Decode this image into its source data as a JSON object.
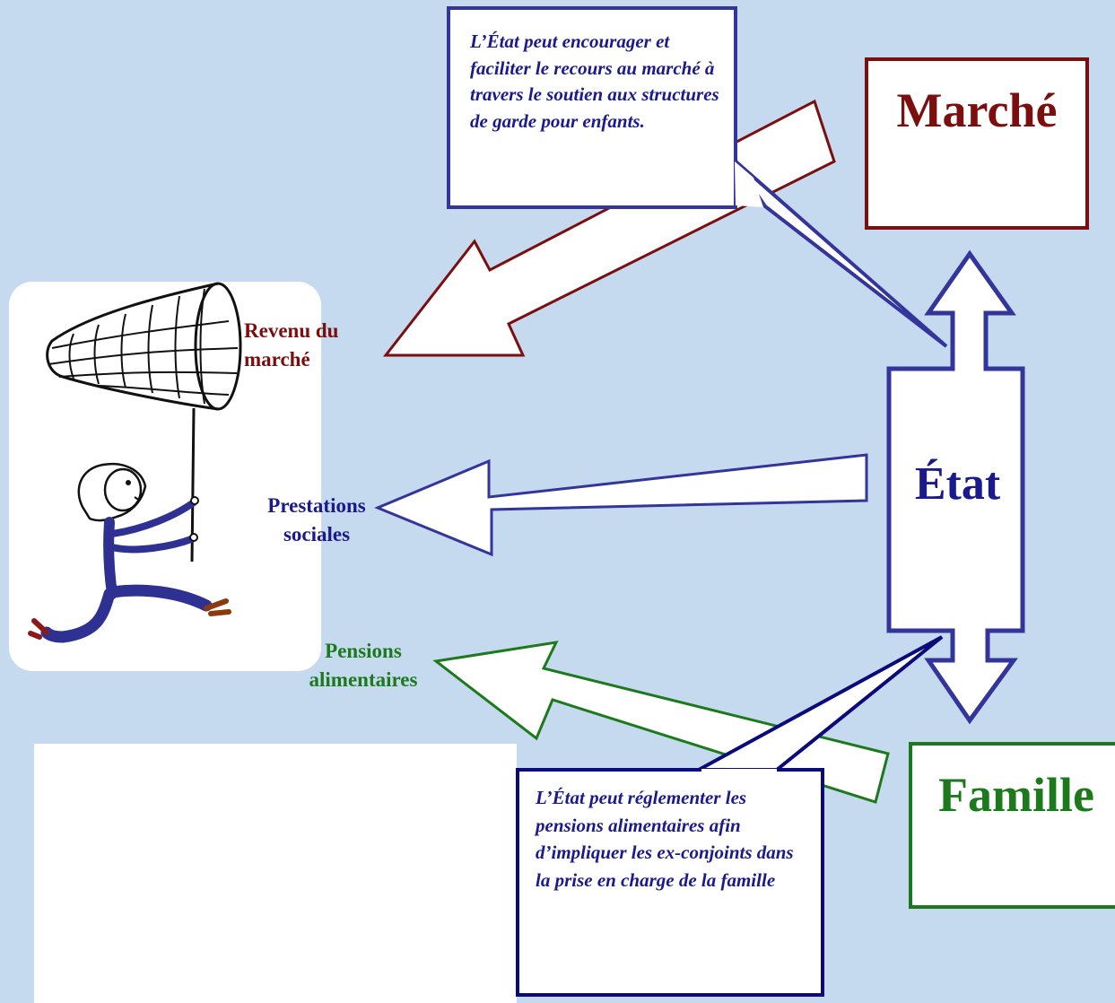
{
  "colors": {
    "background": "#c5d9ef",
    "market": "#7b0f0f",
    "state": "#1a1a8c",
    "family": "#1c7a1c",
    "callout_border_top": "#33359a",
    "callout_border_bottom": "#0a0a7a"
  },
  "boxes": {
    "market": "Marché",
    "state": "État",
    "family": "Famille"
  },
  "flows": {
    "market_income": "Revenu du marché",
    "social_benefits": "Prestations sociales",
    "alimony": "Pensions alimentaires"
  },
  "callouts": {
    "market_support": "L’État peut encourager et faciliter le recours au marché à travers le soutien aux structures de garde pour enfants.",
    "alimony_regulation": "L’État peut réglementer les pensions alimentaires afin d’impliquer les ex-conjoints dans la prise en charge de la famille"
  },
  "icons": {
    "illustration": "person-with-butterfly-net-icon"
  }
}
